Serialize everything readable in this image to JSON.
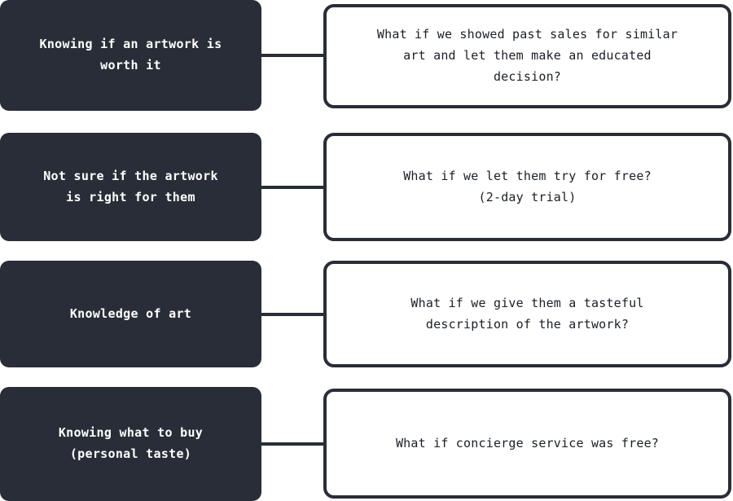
{
  "diagram": {
    "type": "two-column-flow",
    "colors": {
      "problem_box_background": "#282d37",
      "problem_box_text": "#ffffff",
      "idea_box_background": "#ffffff",
      "idea_box_border": "#282d37",
      "idea_box_text": "#1b1f27",
      "connector": "#282d37",
      "page_background": "#ffffff"
    },
    "rows": [
      {
        "problem": "Knowing if an artwork is\nworth it",
        "idea": "What if we showed past sales for similar\nart and let them make an educated\ndecision?"
      },
      {
        "problem": "Not sure if the artwork\nis right for them",
        "idea": "What if we let them try for free?\n(2-day trial)"
      },
      {
        "problem": "Knowledge of art",
        "idea": "What if we give them a tasteful\ndescription of the artwork?"
      },
      {
        "problem": "Knowing what to buy\n(personal taste)",
        "idea": "What if concierge service was free?"
      }
    ]
  }
}
